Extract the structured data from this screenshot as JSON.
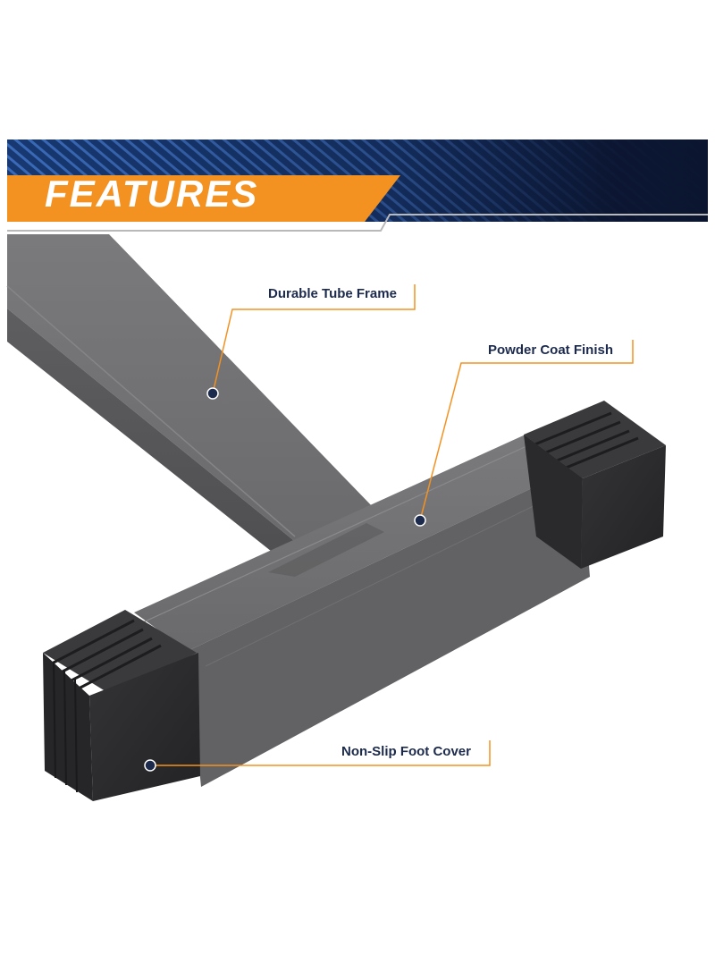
{
  "banner": {
    "title": "FEATURES",
    "accent_color": "#f39221",
    "stripe_color": "#1d3f7c",
    "dark_color": "#0b1530"
  },
  "product": {
    "frame_color": "#6e6e70",
    "foot_color": "#2b2b2d"
  },
  "callouts": [
    {
      "label": "Durable Tube Frame",
      "icon": "marker-dot"
    },
    {
      "label": "Powder Coat Finish",
      "icon": "marker-dot"
    },
    {
      "label": "Non-Slip Foot Cover",
      "icon": "marker-dot"
    }
  ]
}
